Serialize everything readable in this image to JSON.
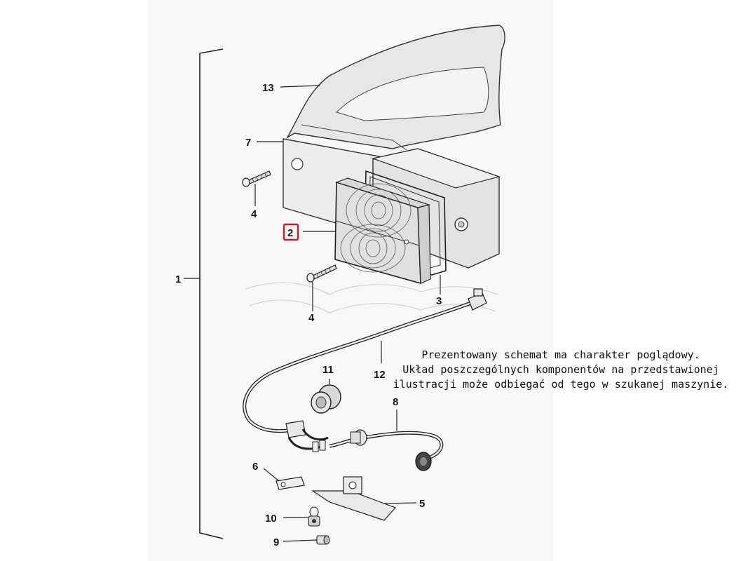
{
  "parts": {
    "p1": "1",
    "p2": "2",
    "p3": "3",
    "p4a": "4",
    "p4b": "4",
    "p5": "5",
    "p6": "6",
    "p7": "7",
    "p8": "8",
    "p9": "9",
    "p10": "10",
    "p11": "11",
    "p12": "12",
    "p13": "13"
  },
  "highlighted_part": "2",
  "highlight_color": "#c0222b",
  "disclaimer": {
    "line1": "Prezentowany schemat ma charakter poglądowy.",
    "line2": "Układ poszczególnych komponentów na przedstawionej",
    "line3": "ilustracji może odbiegać od tego w szukanej maszynie."
  }
}
